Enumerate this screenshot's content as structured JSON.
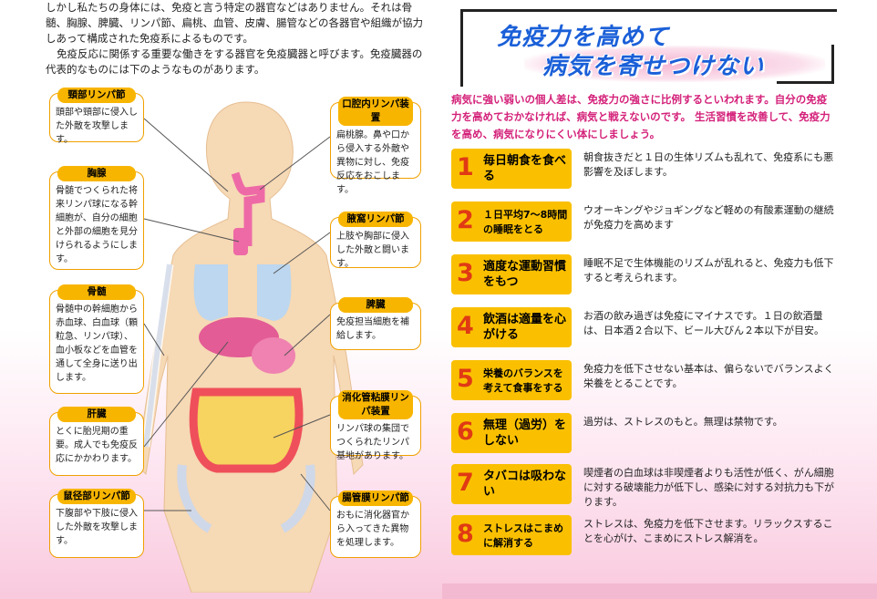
{
  "intro": {
    "p1": "しかし私たちの身体には、免疫と言う特定の器官などはありません。それは骨髄、胸腺、脾臓、リンパ節、扁桃、血管、皮膚、腸管などの各器官や組織が協力しあって構成された免疫系によるものです。",
    "p2": "免疫反応に関係する重要な働きをする器官を免疫臓器と呼びます。免疫臓器の代表的なものには下のようなものがあります。"
  },
  "organs": [
    {
      "title": "頸部リンパ節",
      "text": "頭部や頸部に侵入した外敵を攻撃します。"
    },
    {
      "title": "胸腺",
      "text": "骨髄でつくられた将来リンパ球になる幹細胞が、自分の細胞と外部の細胞を見分けられるようにします。"
    },
    {
      "title": "骨髄",
      "text": "骨髄中の幹細胞から赤血球、白血球（顆粒急、リンパ球）、血小板などを血管を通して全身に送り出します。"
    },
    {
      "title": "肝臓",
      "text": "とくに胎児期の重要。成人でも免疫反応にかかわります。"
    },
    {
      "title": "鼠径部リンパ節",
      "text": "下腹部や下肢に侵入した外敵を攻撃します。"
    },
    {
      "title": "口腔内リンパ装置",
      "text": "扁桃腺。鼻や口から侵入する外敵や異物に対し、免疫反応をおこします。"
    },
    {
      "title": "腋窩リンパ節",
      "text": "上肢や胸部に侵入した外敵と闘います。"
    },
    {
      "title": "脾臓",
      "text": "免疫担当細胞を補給します。"
    },
    {
      "title": "消化管粘膜リンパ装置",
      "text": "リンパ球の集団でつくられたリンパ基地があります。"
    },
    {
      "title": "腸管膜リンパ節",
      "text": "おもに消化器官から入ってきた異物を処理します。"
    }
  ],
  "banner": {
    "line1": "免疫力を高めて",
    "line2": "病気を寄せつけない"
  },
  "lead": {
    "text": "病気に強い弱いの個人差は、免疫力の強さに比例するといわれます。自分の免疫力を高めておかなければ、病気と戦えないのです。 生活習慣を改善して、免疫力を高め、病気になりにくい体にしましょう。"
  },
  "tips": [
    {
      "num": "1",
      "label": "毎日朝食を食べる",
      "desc": "朝食抜きだと１日の生体リズムも乱れて、免疫系にも悪影響を及ぼします。"
    },
    {
      "num": "2",
      "label": "１日平均7～8時間の睡眠をとる",
      "desc": "ウオーキングやジョギングなど軽めの有酸素運動の継続が免疫力を高めます"
    },
    {
      "num": "3",
      "label": "適度な運動習慣をもつ",
      "desc": "睡眠不足で生体機能のリズムが乱れると、免疫力も低下すると考えられます。"
    },
    {
      "num": "4",
      "label": "飲酒は適量を心がける",
      "desc": "お酒の飲み過ぎは免疫にマイナスです。１日の飲酒量は、日本酒２合以下、ビール大びん２本以下が目安。"
    },
    {
      "num": "5",
      "label": "栄養のバランスを考えて食事をする",
      "desc": "免疫力を低下させない基本は、偏らないでバランスよく栄養をとることです。"
    },
    {
      "num": "6",
      "label": "無理（過労）をしない",
      "desc": "過労は、ストレスのもと。無理は禁物です。"
    },
    {
      "num": "7",
      "label": "タバコは吸わない",
      "desc": "喫煙者の白血球は非喫煙者よりも活性が低く、がん細胞に対する破壊能力が低下し、感染に対する対抗力も下がります。"
    },
    {
      "num": "8",
      "label": "ストレスはこまめに解消する",
      "desc": "ストレスは、免疫力を低下させます。リラックスすることを心がけ、こまめにストレス解消を。"
    }
  ]
}
